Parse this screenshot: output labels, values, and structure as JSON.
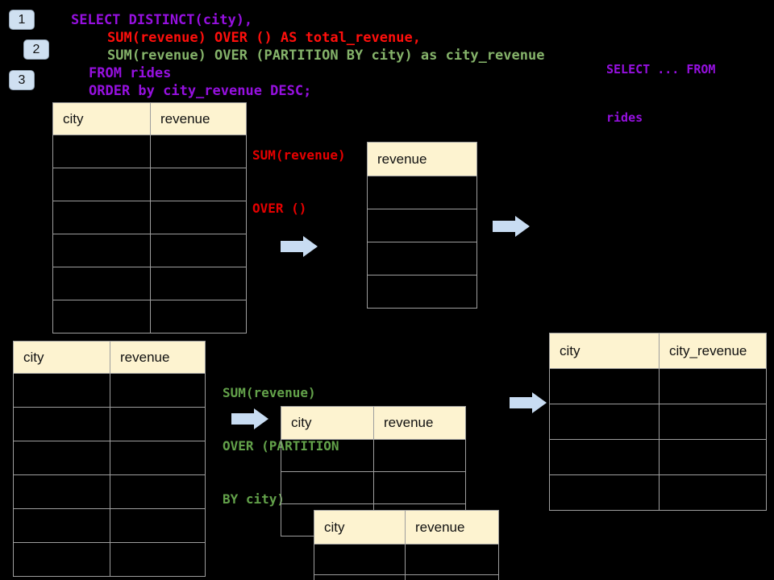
{
  "colors": {
    "background": "#000000",
    "sql_purple": "#9610e0",
    "sql_red": "#ff0f0c",
    "sql_green": "#85b36a",
    "annotation_red": "#e60000",
    "annotation_green": "#63a24a",
    "table_header_fill": "#fdf3d0",
    "table_border": "#9e9e9e",
    "arrow_fill": "#c8dcf2",
    "badge_fill": "#cfe0f1",
    "badge_border": "#93a4b5"
  },
  "badges": [
    {
      "label": "1"
    },
    {
      "label": "2"
    },
    {
      "label": "3"
    }
  ],
  "sql": {
    "line1": "SELECT DISTINCT(city),",
    "line2": "SUM(revenue) OVER () AS total_revenue,",
    "line3": "SUM(revenue) OVER (PARTITION BY city) as city_revenue",
    "line4": "FROM rides",
    "line5": "ORDER by city_revenue DESC;"
  },
  "side_note": {
    "line1": "SELECT ... FROM",
    "line2": "rides"
  },
  "annotations": {
    "total": {
      "line1": "SUM(revenue)",
      "line2": "OVER ()"
    },
    "partition": {
      "line1": "SUM(revenue)",
      "line2": "OVER (PARTITION",
      "line3": "BY city)"
    }
  },
  "tables": {
    "source_top": {
      "columns": [
        "city",
        "revenue"
      ],
      "rows": 6
    },
    "total_revenue": {
      "columns": [
        "revenue"
      ],
      "rows": 4
    },
    "source_bottom": {
      "columns": [
        "city",
        "revenue"
      ],
      "rows": 6
    },
    "partition_step": {
      "columns": [
        "city",
        "revenue"
      ],
      "rows": 3
    },
    "partition_overlay": {
      "columns": [
        "city",
        "revenue"
      ],
      "rows": 2
    },
    "result": {
      "columns": [
        "city",
        "city_revenue"
      ],
      "rows": 4
    }
  }
}
